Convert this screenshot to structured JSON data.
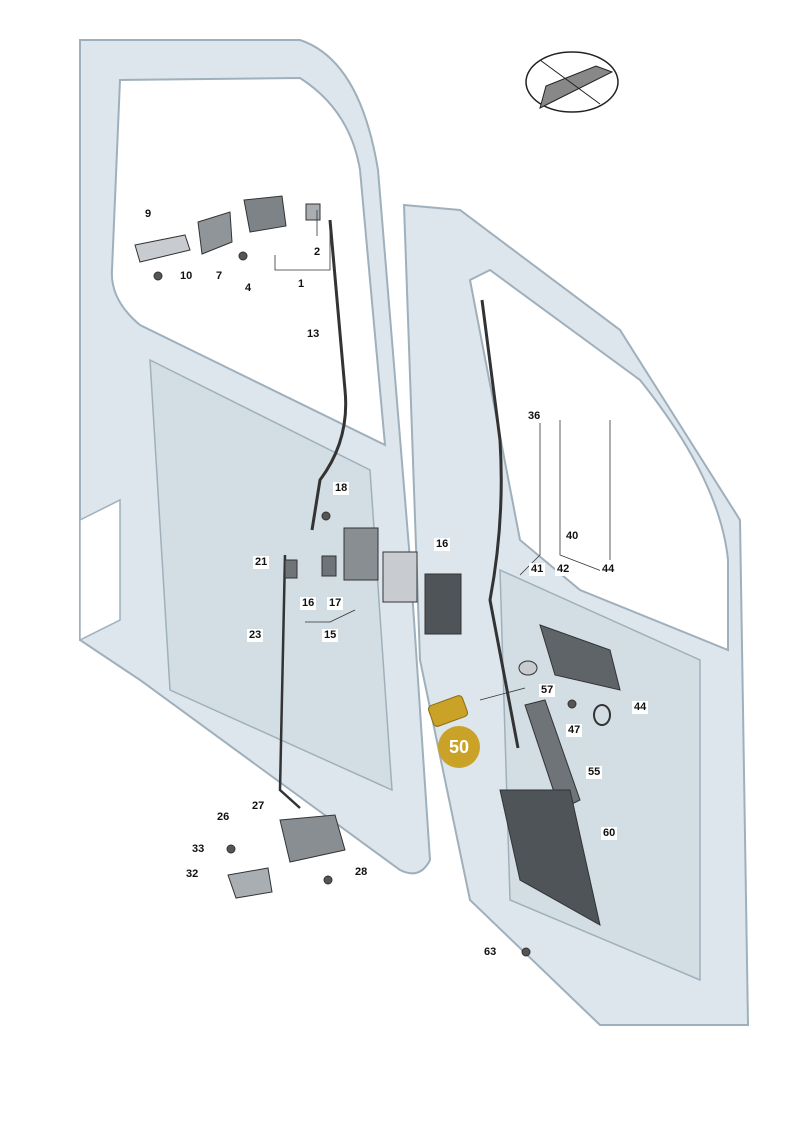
{
  "highlighted_part": "50",
  "highlight_color": "#c9a227",
  "panel_color": "#dde6ec",
  "labels": {
    "l1": "1",
    "l2": "2",
    "l4": "4",
    "l7": "7",
    "l9": "9",
    "l10": "10",
    "l13": "13",
    "l15": "15",
    "l16a": "16",
    "l16b": "16",
    "l17": "17",
    "l18": "18",
    "l21": "21",
    "l23": "23",
    "l26": "26",
    "l27": "27",
    "l28": "28",
    "l32": "32",
    "l33": "33",
    "l36": "36",
    "l40": "40",
    "l41": "41",
    "l42": "42",
    "l44a": "44",
    "l44b": "44",
    "l47": "47",
    "l55": "55",
    "l57": "57",
    "l60": "60",
    "l63": "63"
  }
}
